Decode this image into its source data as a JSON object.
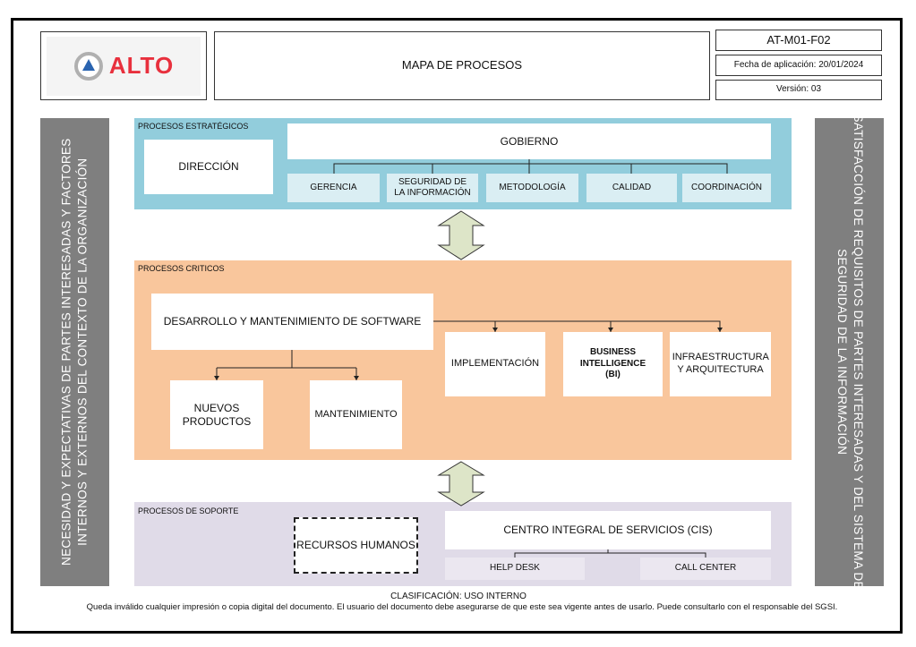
{
  "header": {
    "logo_text": "ALTO",
    "title": "MAPA DE PROCESOS",
    "code": "AT-M01-F02",
    "date": "Fecha de aplicación: 20/01/2024",
    "version": "Versión: 03"
  },
  "left_bar": {
    "line1": "NECESIDAD Y EXPECTATIVAS DE PARTES INTERESADAS Y FACTORES",
    "line2": "INTERNOS Y EXTERNOS DEL CONTEXTO DE LA ORGANIZACIÓN"
  },
  "right_bar": {
    "line1": "SATISFACCIÓN DE REQUISITOS DE PARTES INTERESADAS Y DEL SISTEMA DE",
    "line2": "SEGURIDAD DE LA INFORMACIÓN"
  },
  "strategic": {
    "label": "PROCESOS ESTRATÉGICOS",
    "direccion": "DIRECCIÓN",
    "gobierno": "GOBIERNO",
    "items": [
      "GERENCIA",
      "SEGURIDAD DE LA INFORMACIÓN",
      "METODOLOGÍA",
      "CALIDAD",
      "COORDINACIÓN"
    ]
  },
  "critical": {
    "label": "PROCESOS CRITICOS",
    "desarrollo": "DESARROLLO Y MANTENIMIENTO DE SOFTWARE",
    "nuevos": "NUEVOS PRODUCTOS",
    "mantenimiento": "MANTENIMIENTO",
    "implementacion": "IMPLEMENTACIÓN",
    "bi": "BUSINESS INTELLIGENCE (BI)",
    "infra": "INFRAESTRUCTURA Y ARQUITECTURA"
  },
  "support": {
    "label": "PROCESOS DE SOPORTE",
    "rrhh": "RECURSOS HUMANOS",
    "cis": "CENTRO INTEGRAL DE SERVICIOS (CIS)",
    "help_desk": "HELP DESK",
    "call_center": "CALL CENTER"
  },
  "footer": {
    "classification": "CLASIFICACIÓN: USO INTERNO",
    "notice": "Queda inválido cualquier impresión o copia digital del documento. El usuario del documento debe asegurarse de que este sea vigente antes de usarlo. Puede consultarlo con el responsable del SGSI."
  },
  "colors": {
    "strategic": "#92cddc",
    "critical": "#f9c69c",
    "support": "#e0dbe8",
    "side": "#7f7f7f",
    "logo_red": "#e8303d",
    "logo_blue": "#2a64b0"
  }
}
